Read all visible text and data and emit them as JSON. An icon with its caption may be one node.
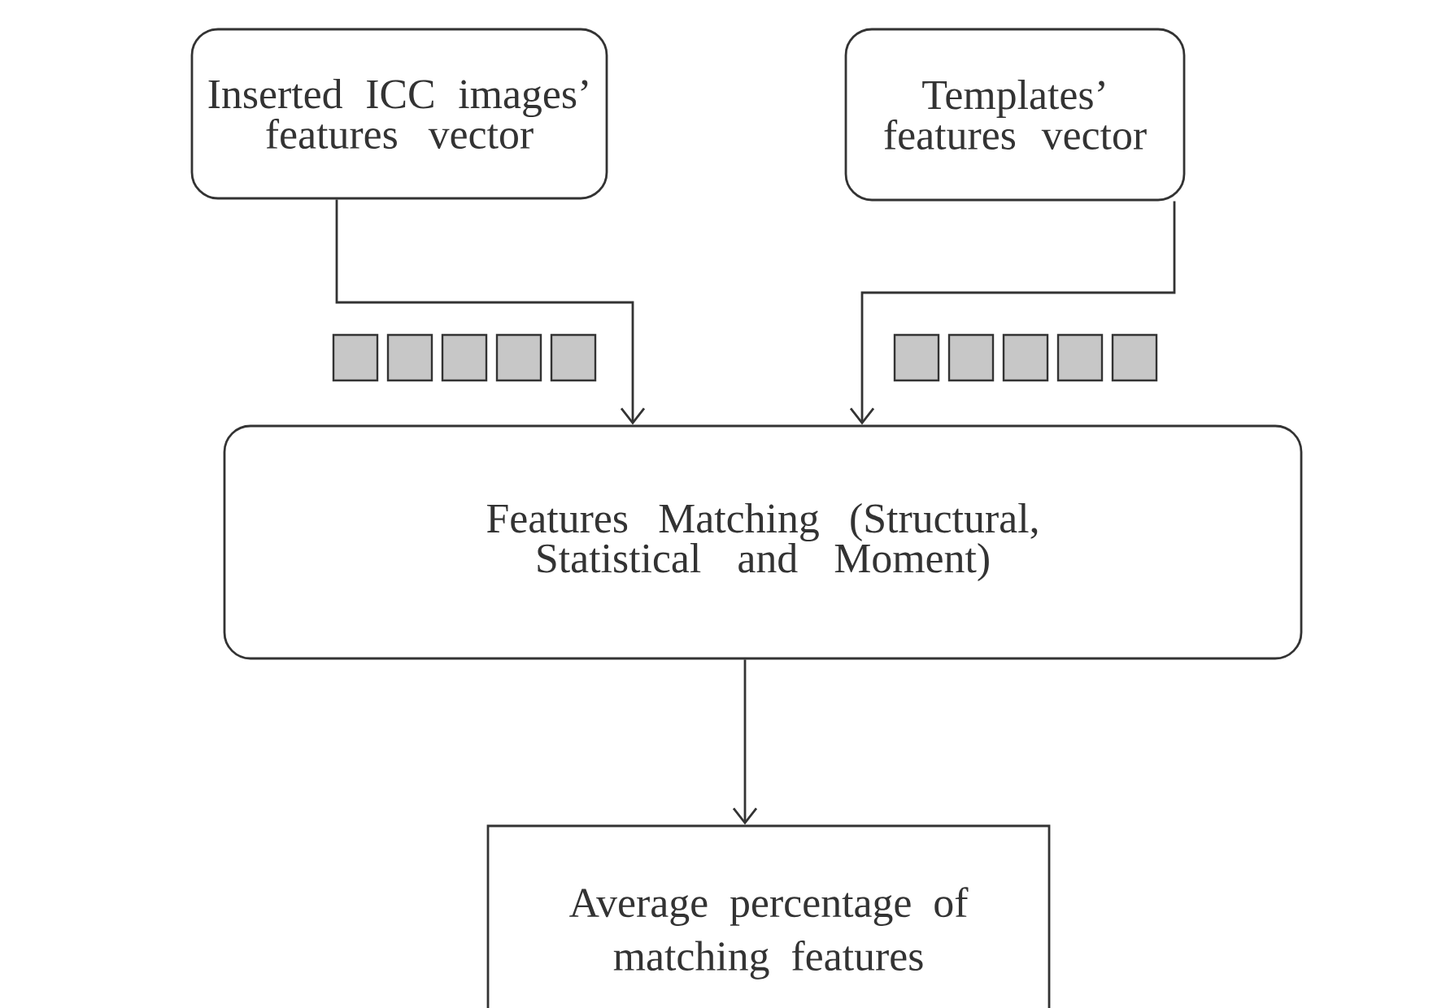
{
  "diagram": {
    "nodes": [
      {
        "text": [
          "Inserted ICC images’ features vector"
        ]
      },
      {
        "text": [
          "Templates’ features vector"
        ]
      },
      {
        "text": [
          "Features Matching (Structural, Statistical and Moment)"
        ]
      },
      {
        "text": [
          "Average percentage of matching features"
        ]
      }
    ],
    "edges": [
      {
        "from": 0,
        "to": 2,
        "arrow": "to"
      },
      {
        "from": 1,
        "to": 2,
        "arrow": "to"
      },
      {
        "from": 2,
        "to": 3,
        "arrow": "to"
      }
    ]
  }
}
